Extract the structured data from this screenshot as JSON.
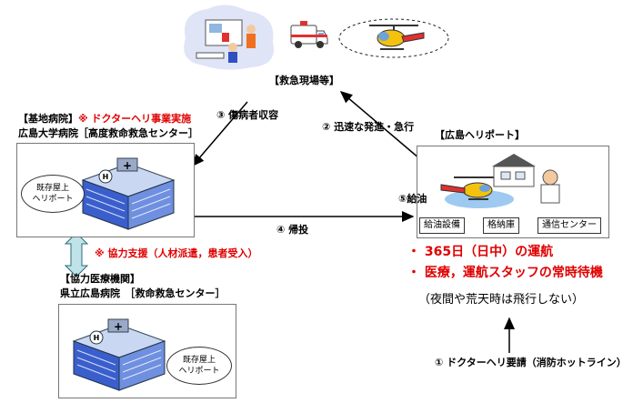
{
  "scene_label": "【救急現場等】",
  "base_hospital": {
    "header_prefix": "【基地病院】",
    "header_note": "※ ドクターヘリ事業実施",
    "name": "広島大学病院［高度救命救急センター］",
    "bubble_line1": "既存屋上",
    "bubble_line2": "ヘリポート"
  },
  "heliport": {
    "header": "【広島ヘリポート】",
    "refuel": "⑤給油",
    "facilities": [
      "給油設備",
      "格納庫",
      "通信センター"
    ]
  },
  "partner": {
    "header": "【協力医療機関】",
    "name": "県立広島病院　［救命救急センター］",
    "bubble_line1": "既存屋上",
    "bubble_line2": "ヘリポート"
  },
  "arrows": {
    "transport": "③ 傷病者収容",
    "dispatch": "② 迅速な発進・急行",
    "return": "④ 帰投",
    "support": "※ 協力支援（人材派遣，患者受入）"
  },
  "operations": {
    "line1": "・ 365日（日中）の運航",
    "line2": "・ 医療，運航スタッフの常時待機",
    "note": "（夜間や荒天時は飛行しない）",
    "request": "① ドクターヘリ要請（消防ホットライン）"
  },
  "colors": {
    "accent_red": "#e00000",
    "building_blue": "#3a5fcd",
    "heli_yellow": "#f4c20d"
  }
}
